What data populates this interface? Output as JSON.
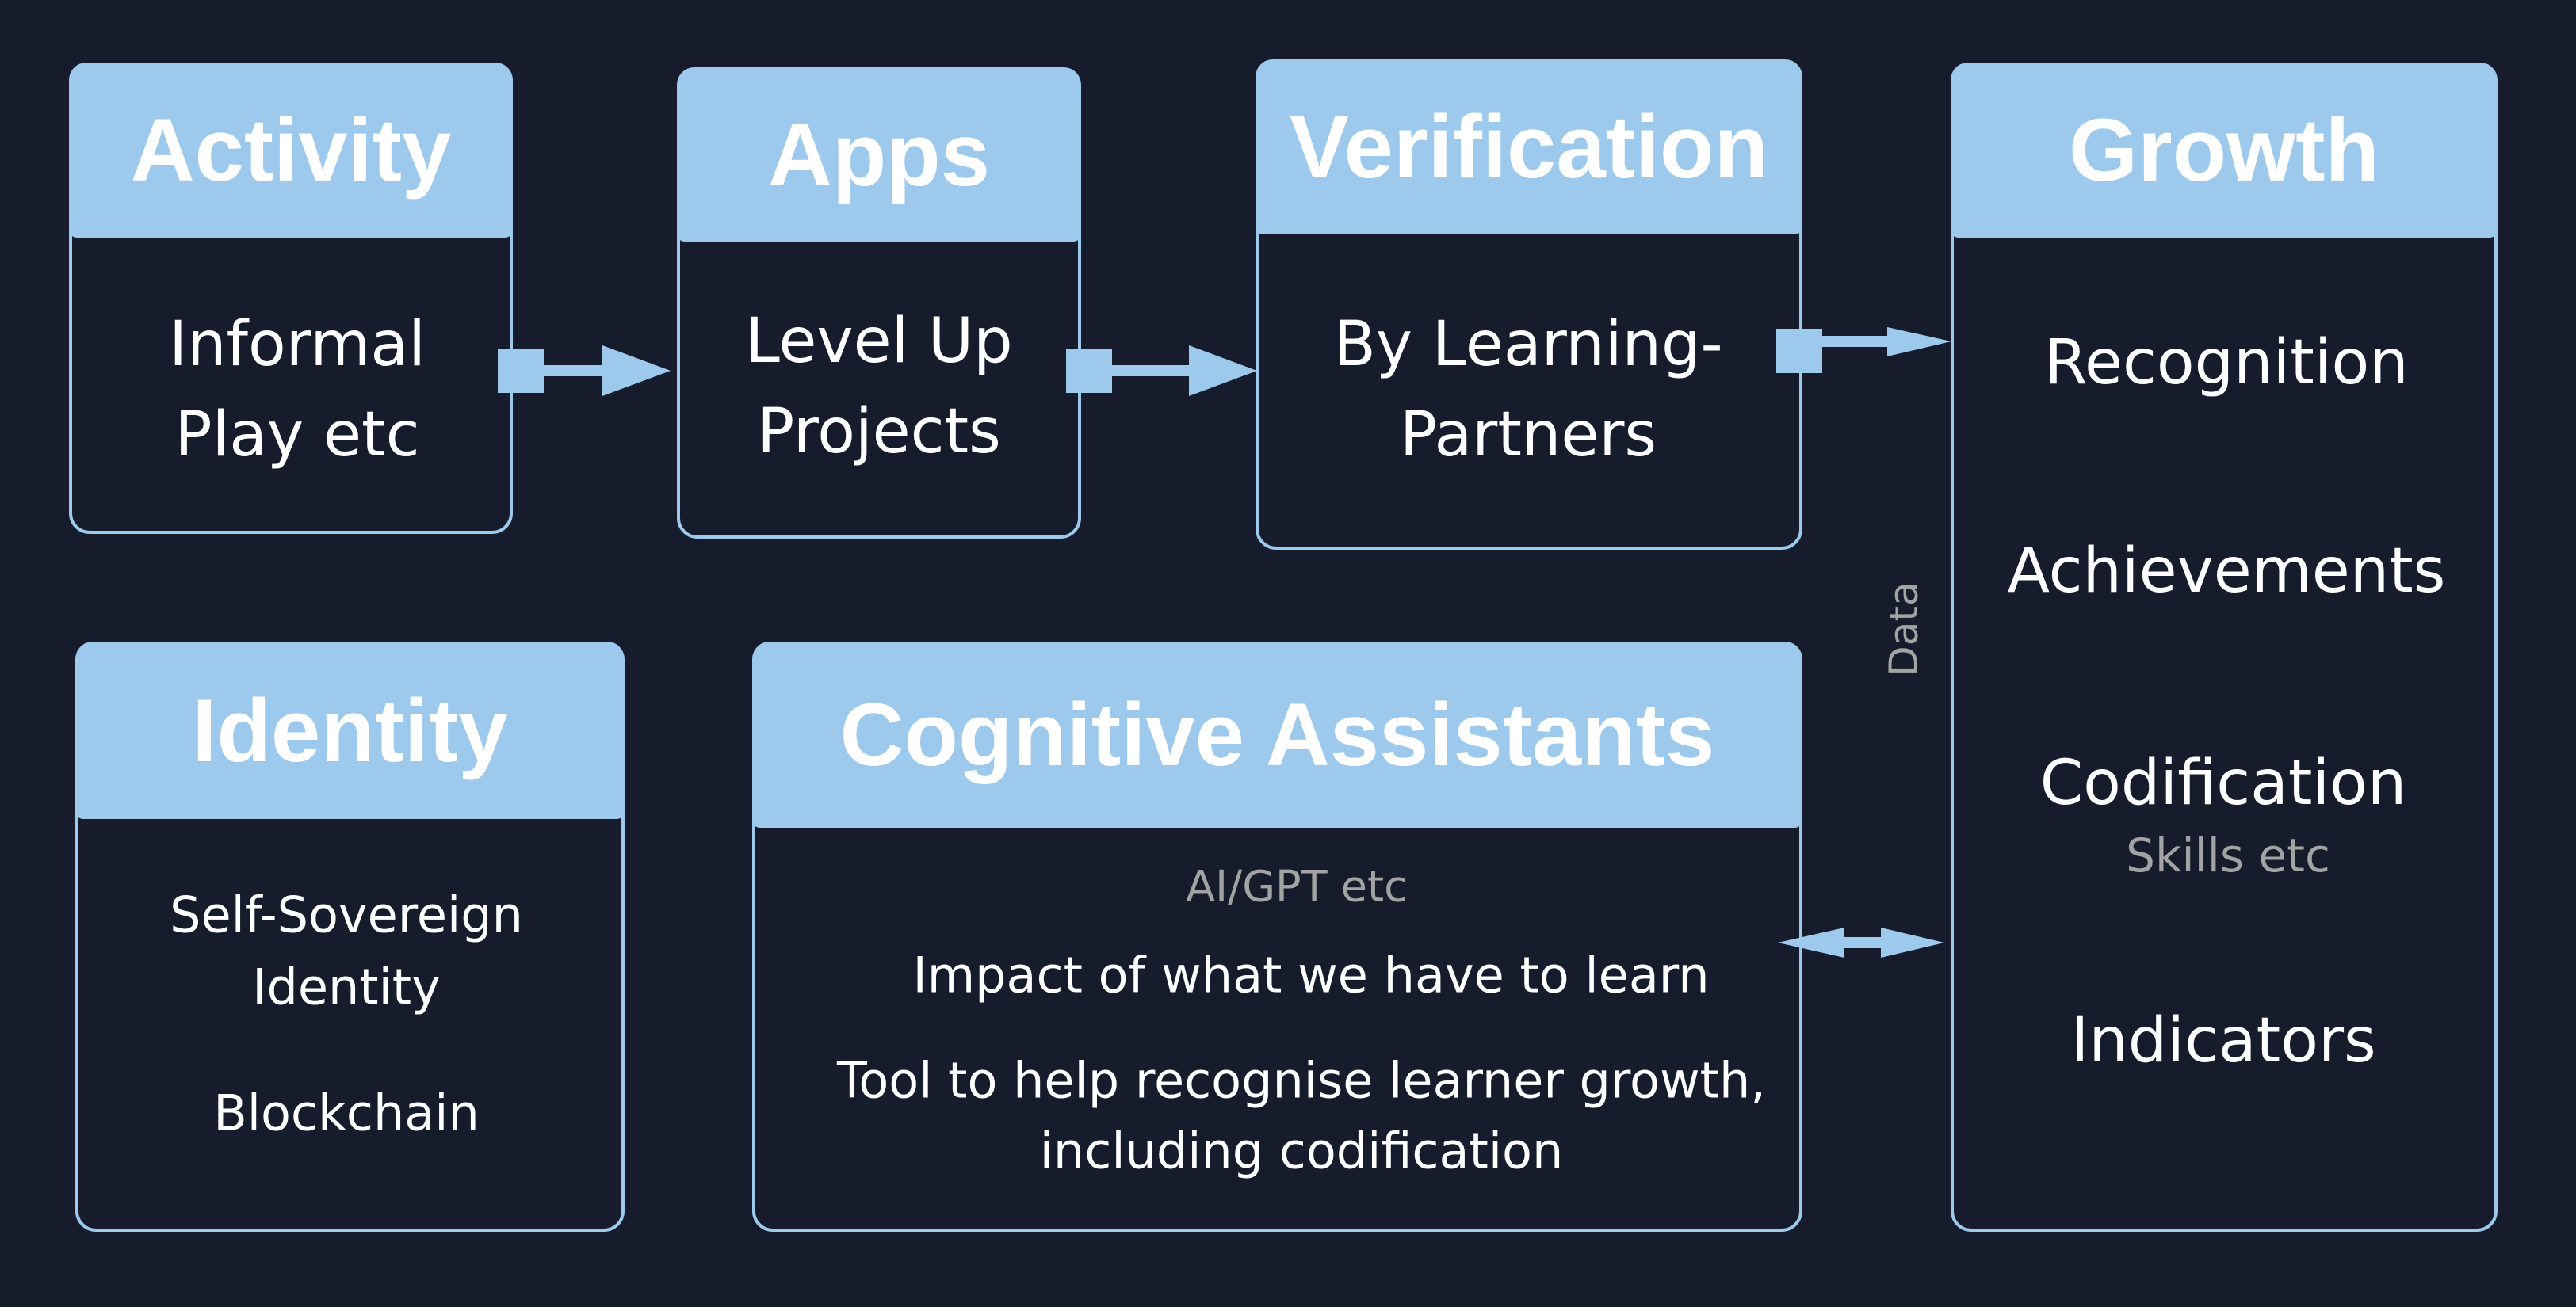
{
  "boxes": {
    "activity": {
      "title": "Activity",
      "lines": [
        "Informal",
        "Play etc"
      ]
    },
    "apps": {
      "title": "Apps",
      "lines": [
        "Level Up",
        "Projects"
      ]
    },
    "verification": {
      "title": "Verification",
      "lines": [
        "By Learning-",
        "Partners"
      ]
    },
    "growth": {
      "title": "Growth",
      "items": [
        "Recognition",
        "Achievements",
        "Codification",
        "Indicators"
      ],
      "codification_note": "Skills etc"
    },
    "identity": {
      "title": "Identity",
      "lines": [
        "Self-Sovereign",
        "Identity",
        "Blockchain"
      ]
    },
    "cognitive": {
      "title": "Cognitive Assistants",
      "note": "AI/GPT etc",
      "lines": [
        "Impact of what we have to learn",
        "Tool to help recognise learner growth,",
        "including codification"
      ]
    }
  },
  "connector_label": "Data",
  "colors": {
    "background": "#161c2b",
    "accent": "#9dc9ec",
    "muted": "#a3a3a3"
  }
}
